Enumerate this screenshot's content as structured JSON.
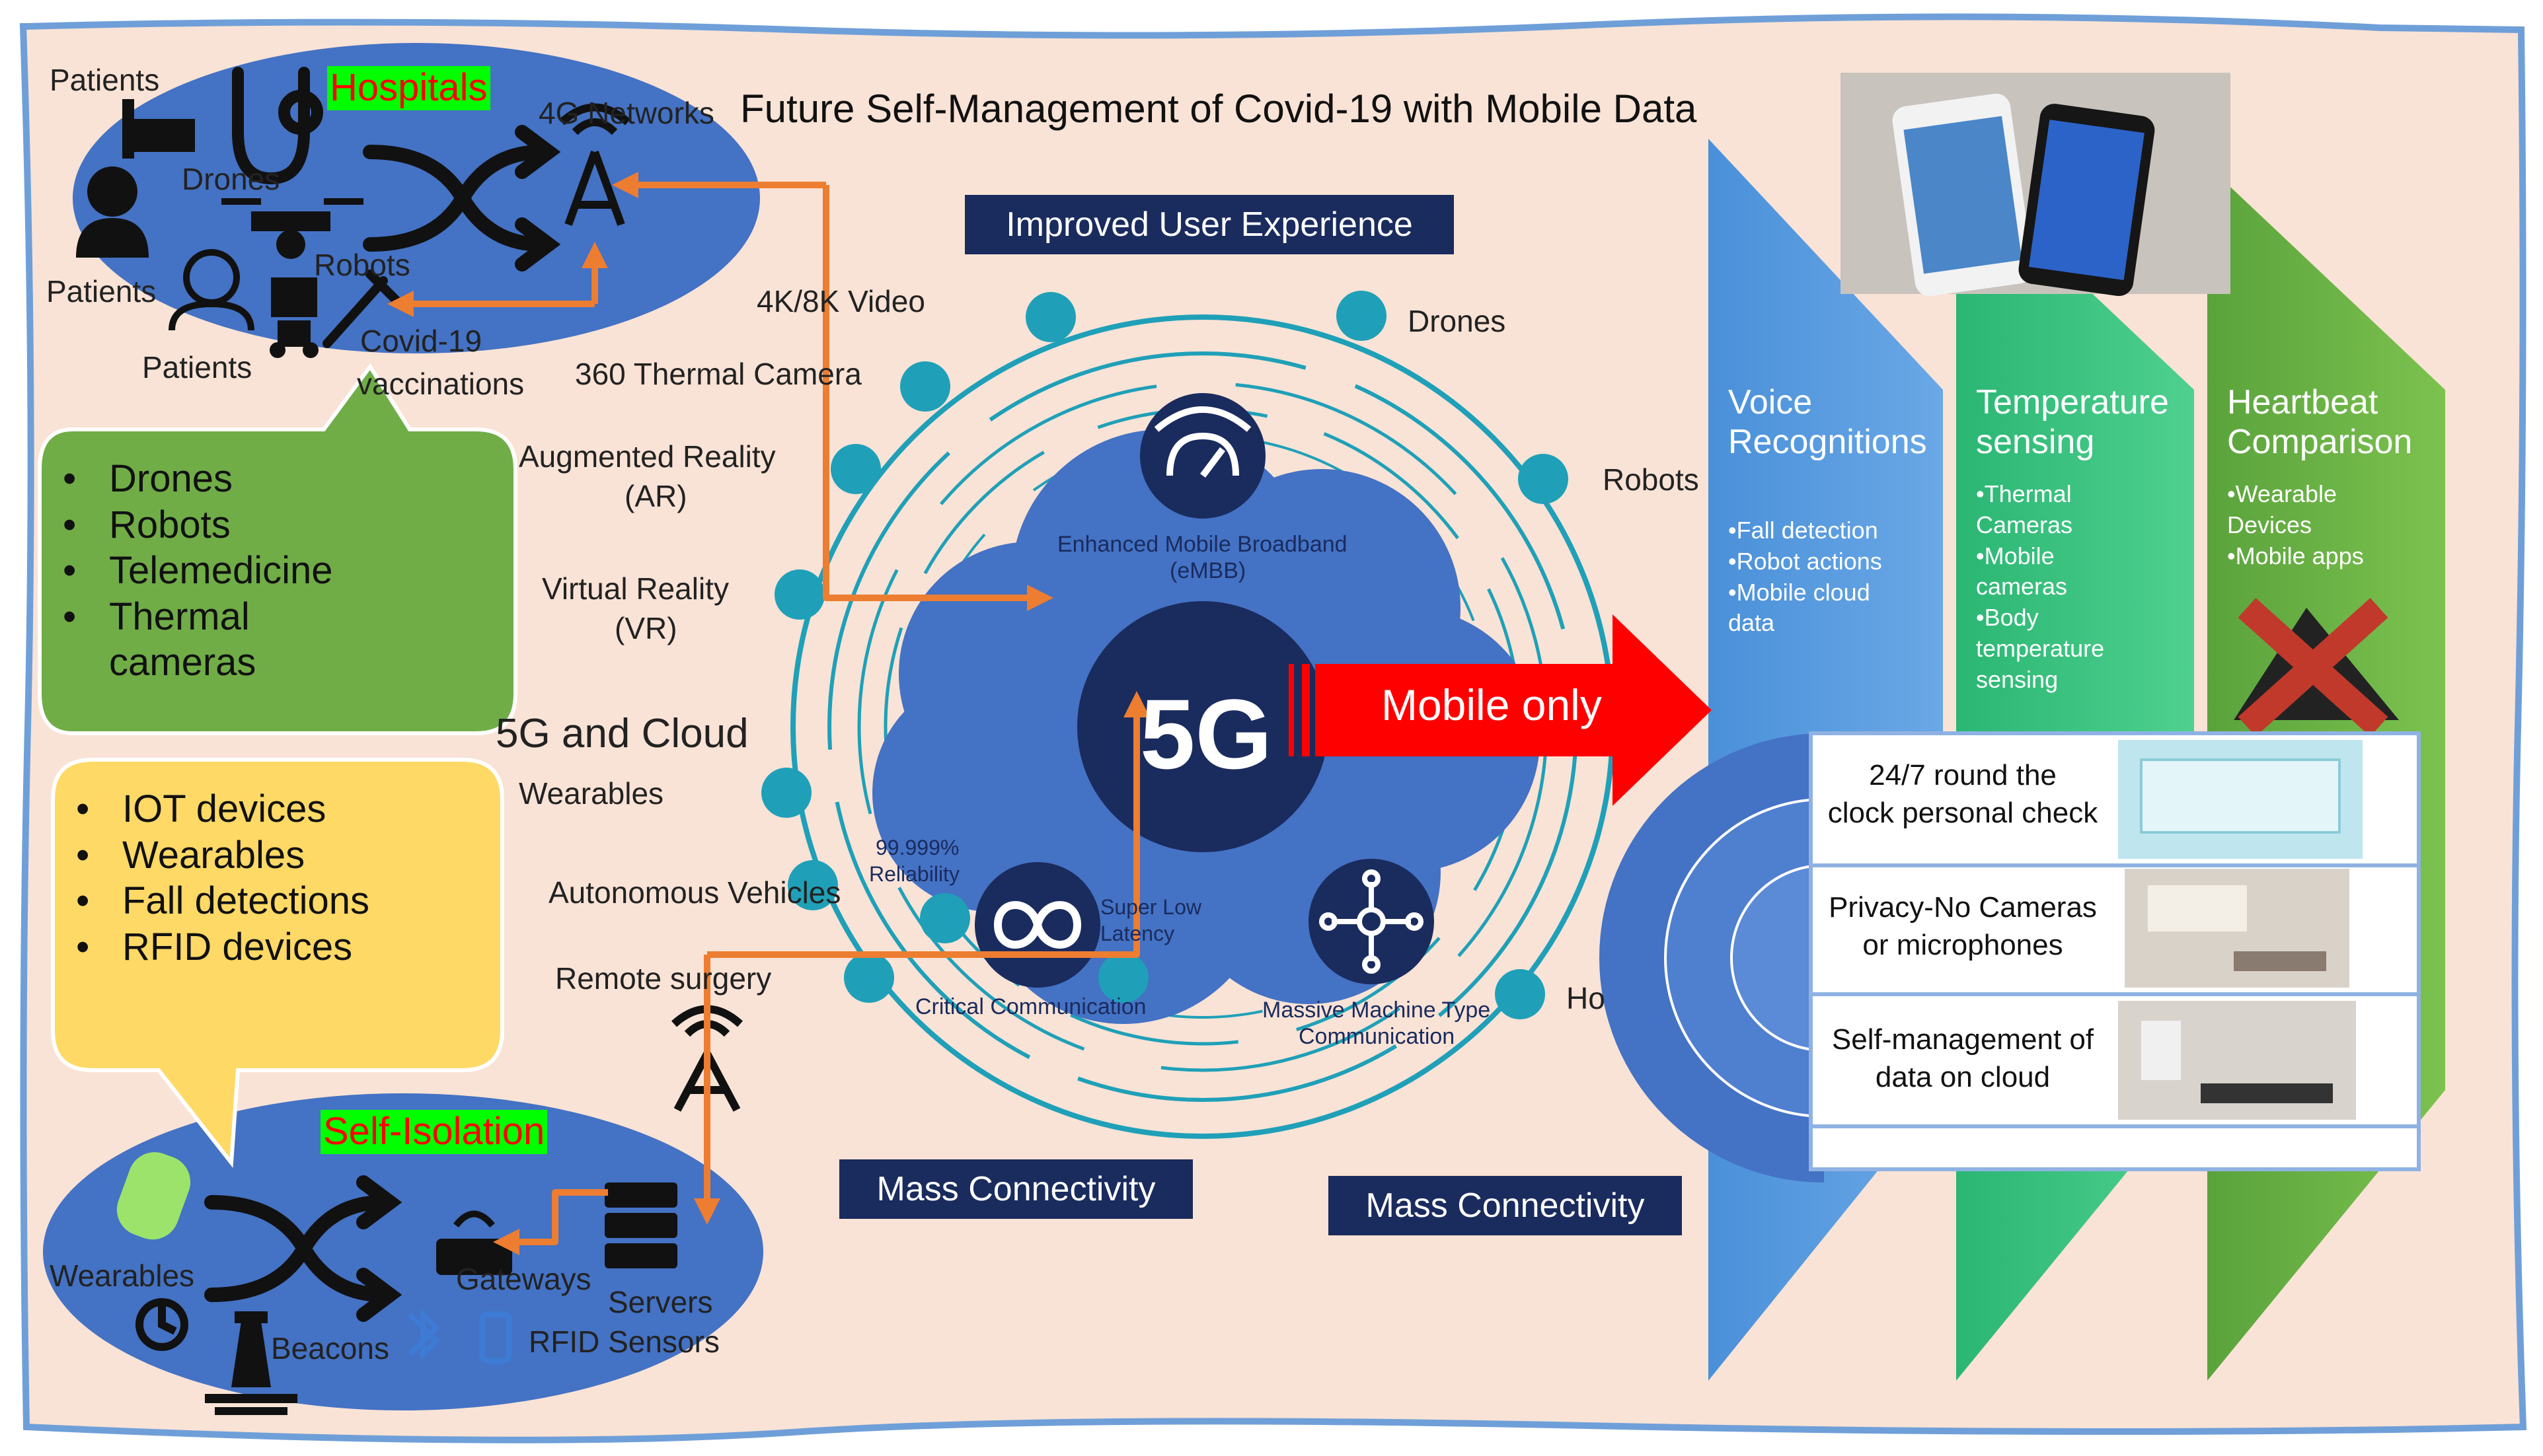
{
  "title": "Future Self-Management of Covid-19 with Mobile Data",
  "hospital": {
    "label": "Hospitals",
    "patients_1": "Patients",
    "patients_2": "Patients",
    "patients_3": "Patients",
    "drones": "Drones",
    "robots": "Robots",
    "network": "4G Networks",
    "vaccine_line1": "Covid-19",
    "vaccine_line2": "vaccinations"
  },
  "green_bubble": {
    "items": [
      "Drones",
      "Robots",
      "Telemedicine",
      "Thermal",
      "cameras"
    ]
  },
  "yellow_bubble": {
    "items": [
      "IOT devices",
      "Wearables",
      "Fall detections",
      "RFID devices"
    ]
  },
  "isolation": {
    "label": "Self-Isolation",
    "wearables": "Wearables",
    "beacons": "Beacons",
    "gateways": "Gateways",
    "servers": "Servers",
    "rfid": "RFID Sensors"
  },
  "ring": {
    "improved": "Improved User Experience",
    "mass1": "Mass Connectivity",
    "mass2": "Mass Connectivity",
    "video": "4K/8K Video",
    "thermal": "360 Thermal Camera",
    "ar_line1": "Augmented Reality",
    "ar_line2": "(AR)",
    "vr_line1": "Virtual Reality",
    "vr_line2": "(VR)",
    "cloud5g": "5G and Cloud",
    "wearables": "Wearables",
    "autonomous": "Autonomous Vehicles",
    "surgery": "Remote surgery",
    "drones": "Drones",
    "robots": "Robots",
    "ho": "Ho",
    "embb_line1": "Enhanced Mobile Broadband",
    "embb_line2": "(eMBB)",
    "center": "5G",
    "reliability_line1": "99.999%",
    "reliability_line2": "Reliability",
    "latency_line1": "Super Low",
    "latency_line2": "Latency",
    "critical": "Critical Communication",
    "mmtc_line1": "Massive Machine Type",
    "mmtc_line2": "Communication"
  },
  "mobile_only": "Mobile only",
  "panels": [
    {
      "title_line1": "Voice",
      "title_line2": "Recognitions",
      "items": [
        "•Fall detection",
        "•Robot actions",
        "•Mobile cloud",
        " data"
      ]
    },
    {
      "title_line1": "Temperature",
      "title_line2": "sensing",
      "items": [
        "•Thermal",
        " Cameras",
        "•Mobile",
        " cameras",
        "•Body",
        " temperature",
        " sensing"
      ]
    },
    {
      "title_line1": "Heartbeat",
      "title_line2": "Comparison",
      "items": [
        "•Wearable",
        " Devices",
        "•Mobile apps"
      ]
    }
  ],
  "cards": [
    {
      "line1": "24/7 round the",
      "line2": "clock personal check"
    },
    {
      "line1": "Privacy-No Cameras",
      "line2": "or microphones"
    },
    {
      "line1": "Self-management of",
      "line2": "data on cloud"
    }
  ],
  "colors": {
    "background": "#f9e3d6",
    "ellipse": "#4472c4",
    "navy": "#1a2b5e",
    "teal": "#1fa0b8",
    "orange": "#ed7d31",
    "red": "#ff0000",
    "green_bubble": "#70ad47",
    "yellow_bubble": "#ffd966",
    "label_green": "#00ff00",
    "label_red": "#ff0000"
  }
}
